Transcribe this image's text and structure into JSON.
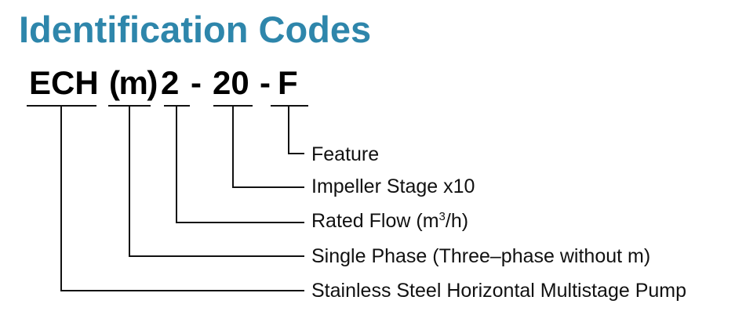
{
  "title": "Identification Codes",
  "colors": {
    "accent": "#2e86ab",
    "line": "#111111",
    "code_text": "#000000"
  },
  "code": {
    "full": "ECH (m) 2 - 20 - F",
    "segments": [
      "ECH",
      "(m)",
      "2",
      "-",
      "20",
      "-",
      "F"
    ]
  },
  "legend": [
    {
      "code_part": "F",
      "label": "Feature"
    },
    {
      "code_part": "20",
      "label": "Impeller Stage x10"
    },
    {
      "code_part": "2",
      "label_parts": {
        "pre": "Rated Flow (m",
        "sup": "3",
        "post": "/h)"
      }
    },
    {
      "code_part": "(m)",
      "label": "Single Phase (Three–phase without m)"
    },
    {
      "code_part": "ECH",
      "label": "Stainless Steel Horizontal Multistage Pump"
    }
  ]
}
